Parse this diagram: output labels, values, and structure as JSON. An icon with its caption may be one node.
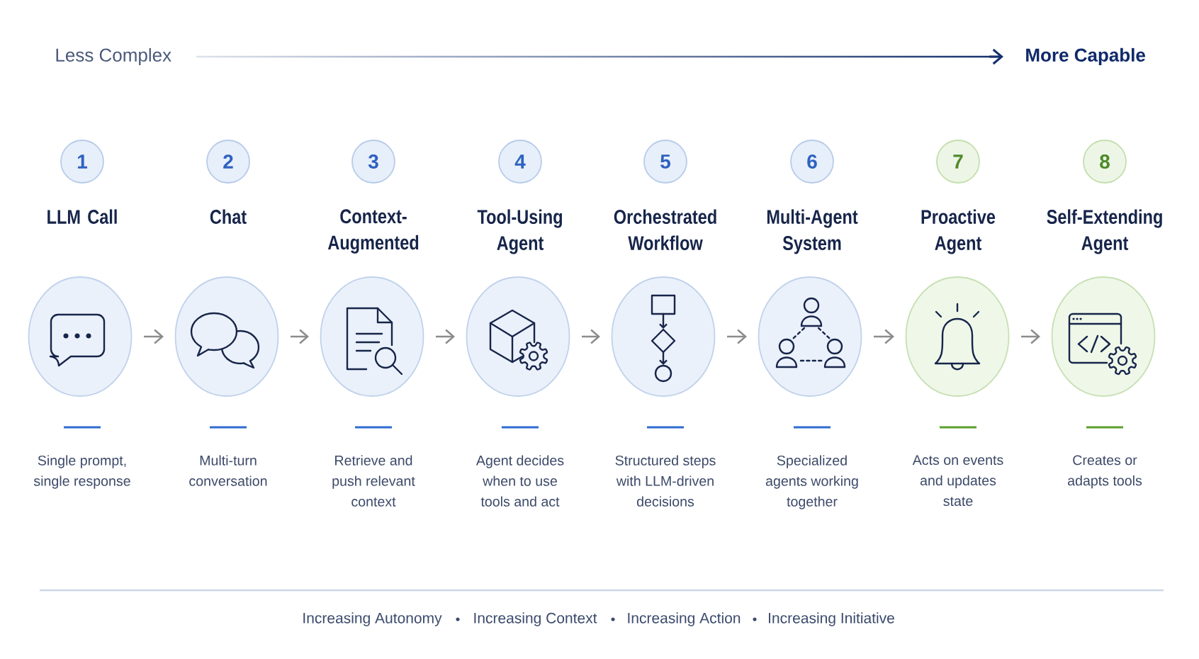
{
  "diagram": {
    "nodes": [
      {
        "text": [
          "1"
        ]
      },
      {
        "text": [
          "LLM Call"
        ]
      },
      {
        "text": [
          "2"
        ]
      },
      {
        "text": [
          "Chat"
        ]
      },
      {
        "text": [
          "3"
        ]
      },
      {
        "text": [
          "Context- Augmented"
        ]
      },
      {
        "text": [
          "4"
        ]
      },
      {
        "text": [
          "Tool-Using Agent"
        ]
      },
      {
        "text": [
          "5"
        ]
      },
      {
        "text": [
          "Orchestrated Workflow"
        ]
      },
      {
        "text": [
          "6"
        ]
      },
      {
        "text": [
          "Multi-Agent System"
        ]
      },
      {
        "text": [
          "7"
        ]
      },
      {
        "text": [
          "Proactive Agent"
        ]
      },
      {
        "text": [
          "8"
        ]
      },
      {
        "text": [
          "Self-Extending Agent"
        ]
      }
    ],
    "edges": [
      {
        "from": 1,
        "to": 3,
        "arrow": "to"
      },
      {
        "from": 3,
        "to": 5,
        "arrow": "to"
      },
      {
        "from": 5,
        "to": 7,
        "arrow": "to"
      },
      {
        "from": 7,
        "to": 9,
        "arrow": "to"
      },
      {
        "from": 9,
        "to": 11,
        "arrow": "to"
      },
      {
        "from": 11,
        "to": 13,
        "arrow": "to"
      },
      {
        "from": 13,
        "to": 15,
        "arrow": "to"
      }
    ],
    "labels": [
      "Less Complex",
      "More Capable",
      "Single prompt, single response",
      "Multi-turn conversation",
      "Retrieve and push relevant context",
      "Agent decides when to use tools and act",
      "Structured steps with LLM-driven decisions",
      "Specialized agents working together",
      "Acts on events and updates state",
      "Creates or adapts tools",
      "Increasing Autonomy",
      "Increasing Context",
      "Increasing Action",
      "Increasing Initiative"
    ]
  }
}
